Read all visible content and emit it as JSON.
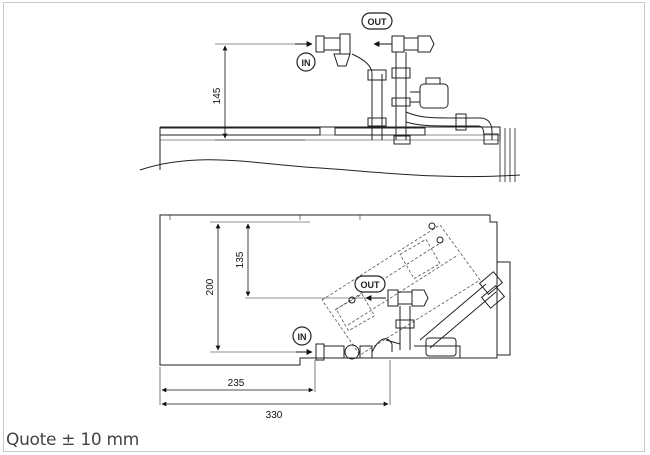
{
  "top_view": {
    "dim_vertical": "145",
    "label_out": "OUT",
    "label_in": "IN"
  },
  "bottom_view": {
    "dim_outer": "200",
    "dim_inner": "135",
    "dim_horizontal_short": "235",
    "dim_horizontal_long": "330",
    "label_out": "OUT",
    "label_in": "IN"
  },
  "caption": "Quote ± 10 mm"
}
